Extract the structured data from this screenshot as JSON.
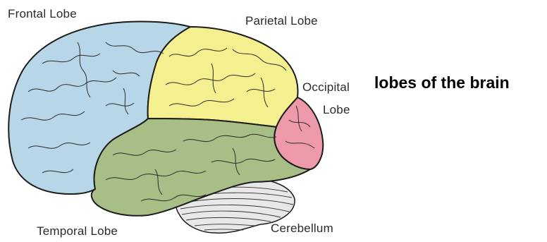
{
  "title": "lobes of the brain",
  "labels": {
    "frontal": "Frontal Lobe",
    "parietal": "Parietal Lobe",
    "occipital_line1": "Occipital",
    "occipital_line2": "Lobe",
    "temporal": "Temporal Lobe",
    "cerebellum": "Cerebellum"
  },
  "colors": {
    "frontal": "#b7d7e8",
    "parietal": "#f5f08f",
    "occipital": "#ee99aa",
    "temporal": "#a7bf86",
    "cerebellum": "#e8e8e8",
    "outline": "#1c1c1c"
  }
}
